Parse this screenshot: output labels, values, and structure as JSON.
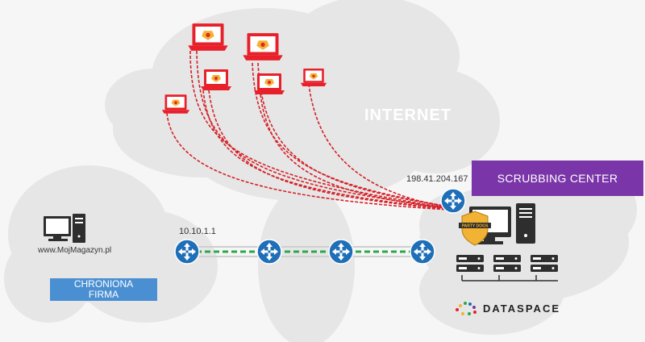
{
  "labels": {
    "internet": "INTERNET",
    "scrubbing_ip": "198.41.204.167",
    "scrubbing_center": "SCRUBBING CENTER",
    "router_ip": "10.10.1.1",
    "site_domain": "www.MojMagazyn.pl",
    "protected_company_line1": "CHRONIONA",
    "protected_company_line2": "FIRMA",
    "brand": "DATASPACE",
    "shield_badge": "PARTY DOGS"
  },
  "colors": {
    "cloud": "#e6e6e6",
    "attacker": "#e8202a",
    "attack_line": "#d42128",
    "router": "#1f6fb8",
    "clean_link": "#2aa84a",
    "scrubbing_box": "#7a35a8",
    "firma_box": "#4a8fd2",
    "shield": "#f2b233",
    "server_dark": "#2e2e2e"
  },
  "icons": [
    "attacker-laptop-icon",
    "router-icon",
    "desktop-computer-icon",
    "server-rack-icon",
    "shield-icon",
    "dataspace-logo-icon"
  ]
}
